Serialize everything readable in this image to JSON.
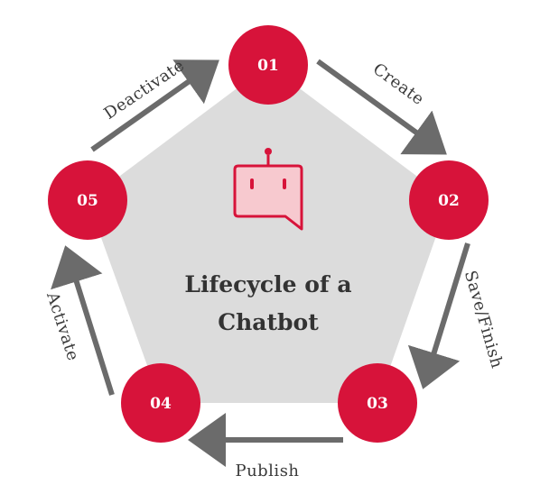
{
  "title_lines": [
    "Lifecycle of  a",
    "Chatbot"
  ],
  "nodes": [
    {
      "id": "n1",
      "label": "01"
    },
    {
      "id": "n2",
      "label": "02"
    },
    {
      "id": "n3",
      "label": "03"
    },
    {
      "id": "n4",
      "label": "04"
    },
    {
      "id": "n5",
      "label": "05"
    }
  ],
  "edges": [
    {
      "from": "01",
      "to": "02",
      "label": "Create"
    },
    {
      "from": "02",
      "to": "03",
      "label": "Save/Finish"
    },
    {
      "from": "03",
      "to": "04",
      "label": "Publish"
    },
    {
      "from": "04",
      "to": "05",
      "label": "Activate"
    },
    {
      "from": "05",
      "to": "01",
      "label": "Deactivate"
    }
  ],
  "icon": "chatbot-icon",
  "colors": {
    "node": "#d7133a",
    "pentagon": "#dcdcdc",
    "arrow": "#6b6b6b",
    "icon_stroke": "#d7133a",
    "icon_fill": "#f7c9cf"
  }
}
